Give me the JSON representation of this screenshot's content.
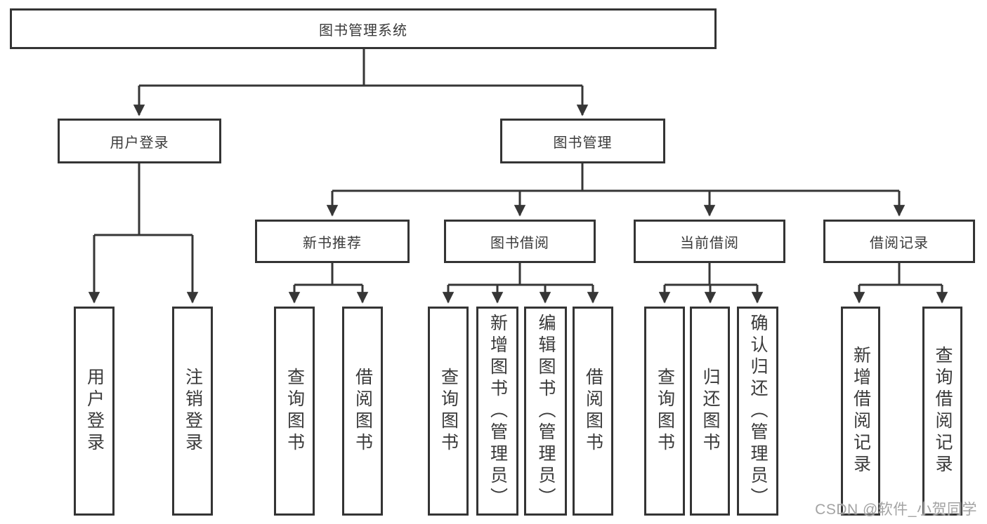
{
  "diagram": {
    "title": "图书管理系统",
    "root": {
      "label": "图书管理系统"
    },
    "level2": [
      {
        "label": "用户登录"
      },
      {
        "label": "图书管理"
      }
    ],
    "level3": [
      {
        "label": "新书推荐"
      },
      {
        "label": "图书借阅"
      },
      {
        "label": "当前借阅"
      },
      {
        "label": "借阅记录"
      }
    ],
    "leaves": [
      {
        "label": "用户登录",
        "parent": "用户登录"
      },
      {
        "label": "注销登录",
        "parent": "用户登录"
      },
      {
        "label": "查询图书",
        "parent": "新书推荐"
      },
      {
        "label": "借阅图书",
        "parent": "新书推荐"
      },
      {
        "label": "查询图书",
        "parent": "图书借阅"
      },
      {
        "label": "新增图书（管理员）",
        "parent": "图书借阅"
      },
      {
        "label": "编辑图书（管理员）",
        "parent": "图书借阅"
      },
      {
        "label": "借阅图书",
        "parent": "图书借阅"
      },
      {
        "label": "查询图书",
        "parent": "当前借阅"
      },
      {
        "label": "归还图书",
        "parent": "当前借阅"
      },
      {
        "label": "确认归还（管理员）",
        "parent": "当前借阅"
      },
      {
        "label": "新增借阅记录",
        "parent": "借阅记录"
      },
      {
        "label": "查询借阅记录",
        "parent": "借阅记录"
      }
    ],
    "colors": {
      "line": "#363636",
      "border": "#343434",
      "text": "#3a3a3a",
      "watermark_text": "#a3a3a3",
      "background": "#ffffff"
    }
  },
  "watermark": {
    "text": "CSDN @软件_小贺同学"
  }
}
